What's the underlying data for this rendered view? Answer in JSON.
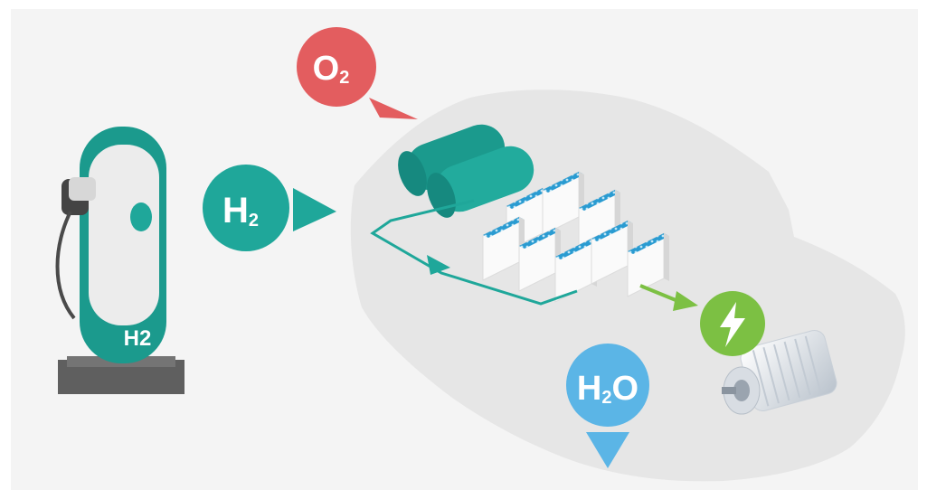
{
  "station": {
    "label": "H2"
  },
  "molecules": {
    "oxygen": {
      "symbol": "O",
      "subscript": "2"
    },
    "hydrogen": {
      "symbol": "H",
      "subscript": "2"
    },
    "water": {
      "symbol": "H",
      "subscript": "2",
      "suffix": "O"
    }
  },
  "colors": {
    "teal": "#1fa79a",
    "teal_dark": "#16897f",
    "red": "#e35d5f",
    "green": "#7cc043",
    "blue": "#5bb5e6",
    "car_body": "#e6e6e6",
    "background": "#f4f4f4"
  },
  "icons": {
    "power": "lightning-bolt-icon",
    "motor": "electric-motor-icon"
  }
}
